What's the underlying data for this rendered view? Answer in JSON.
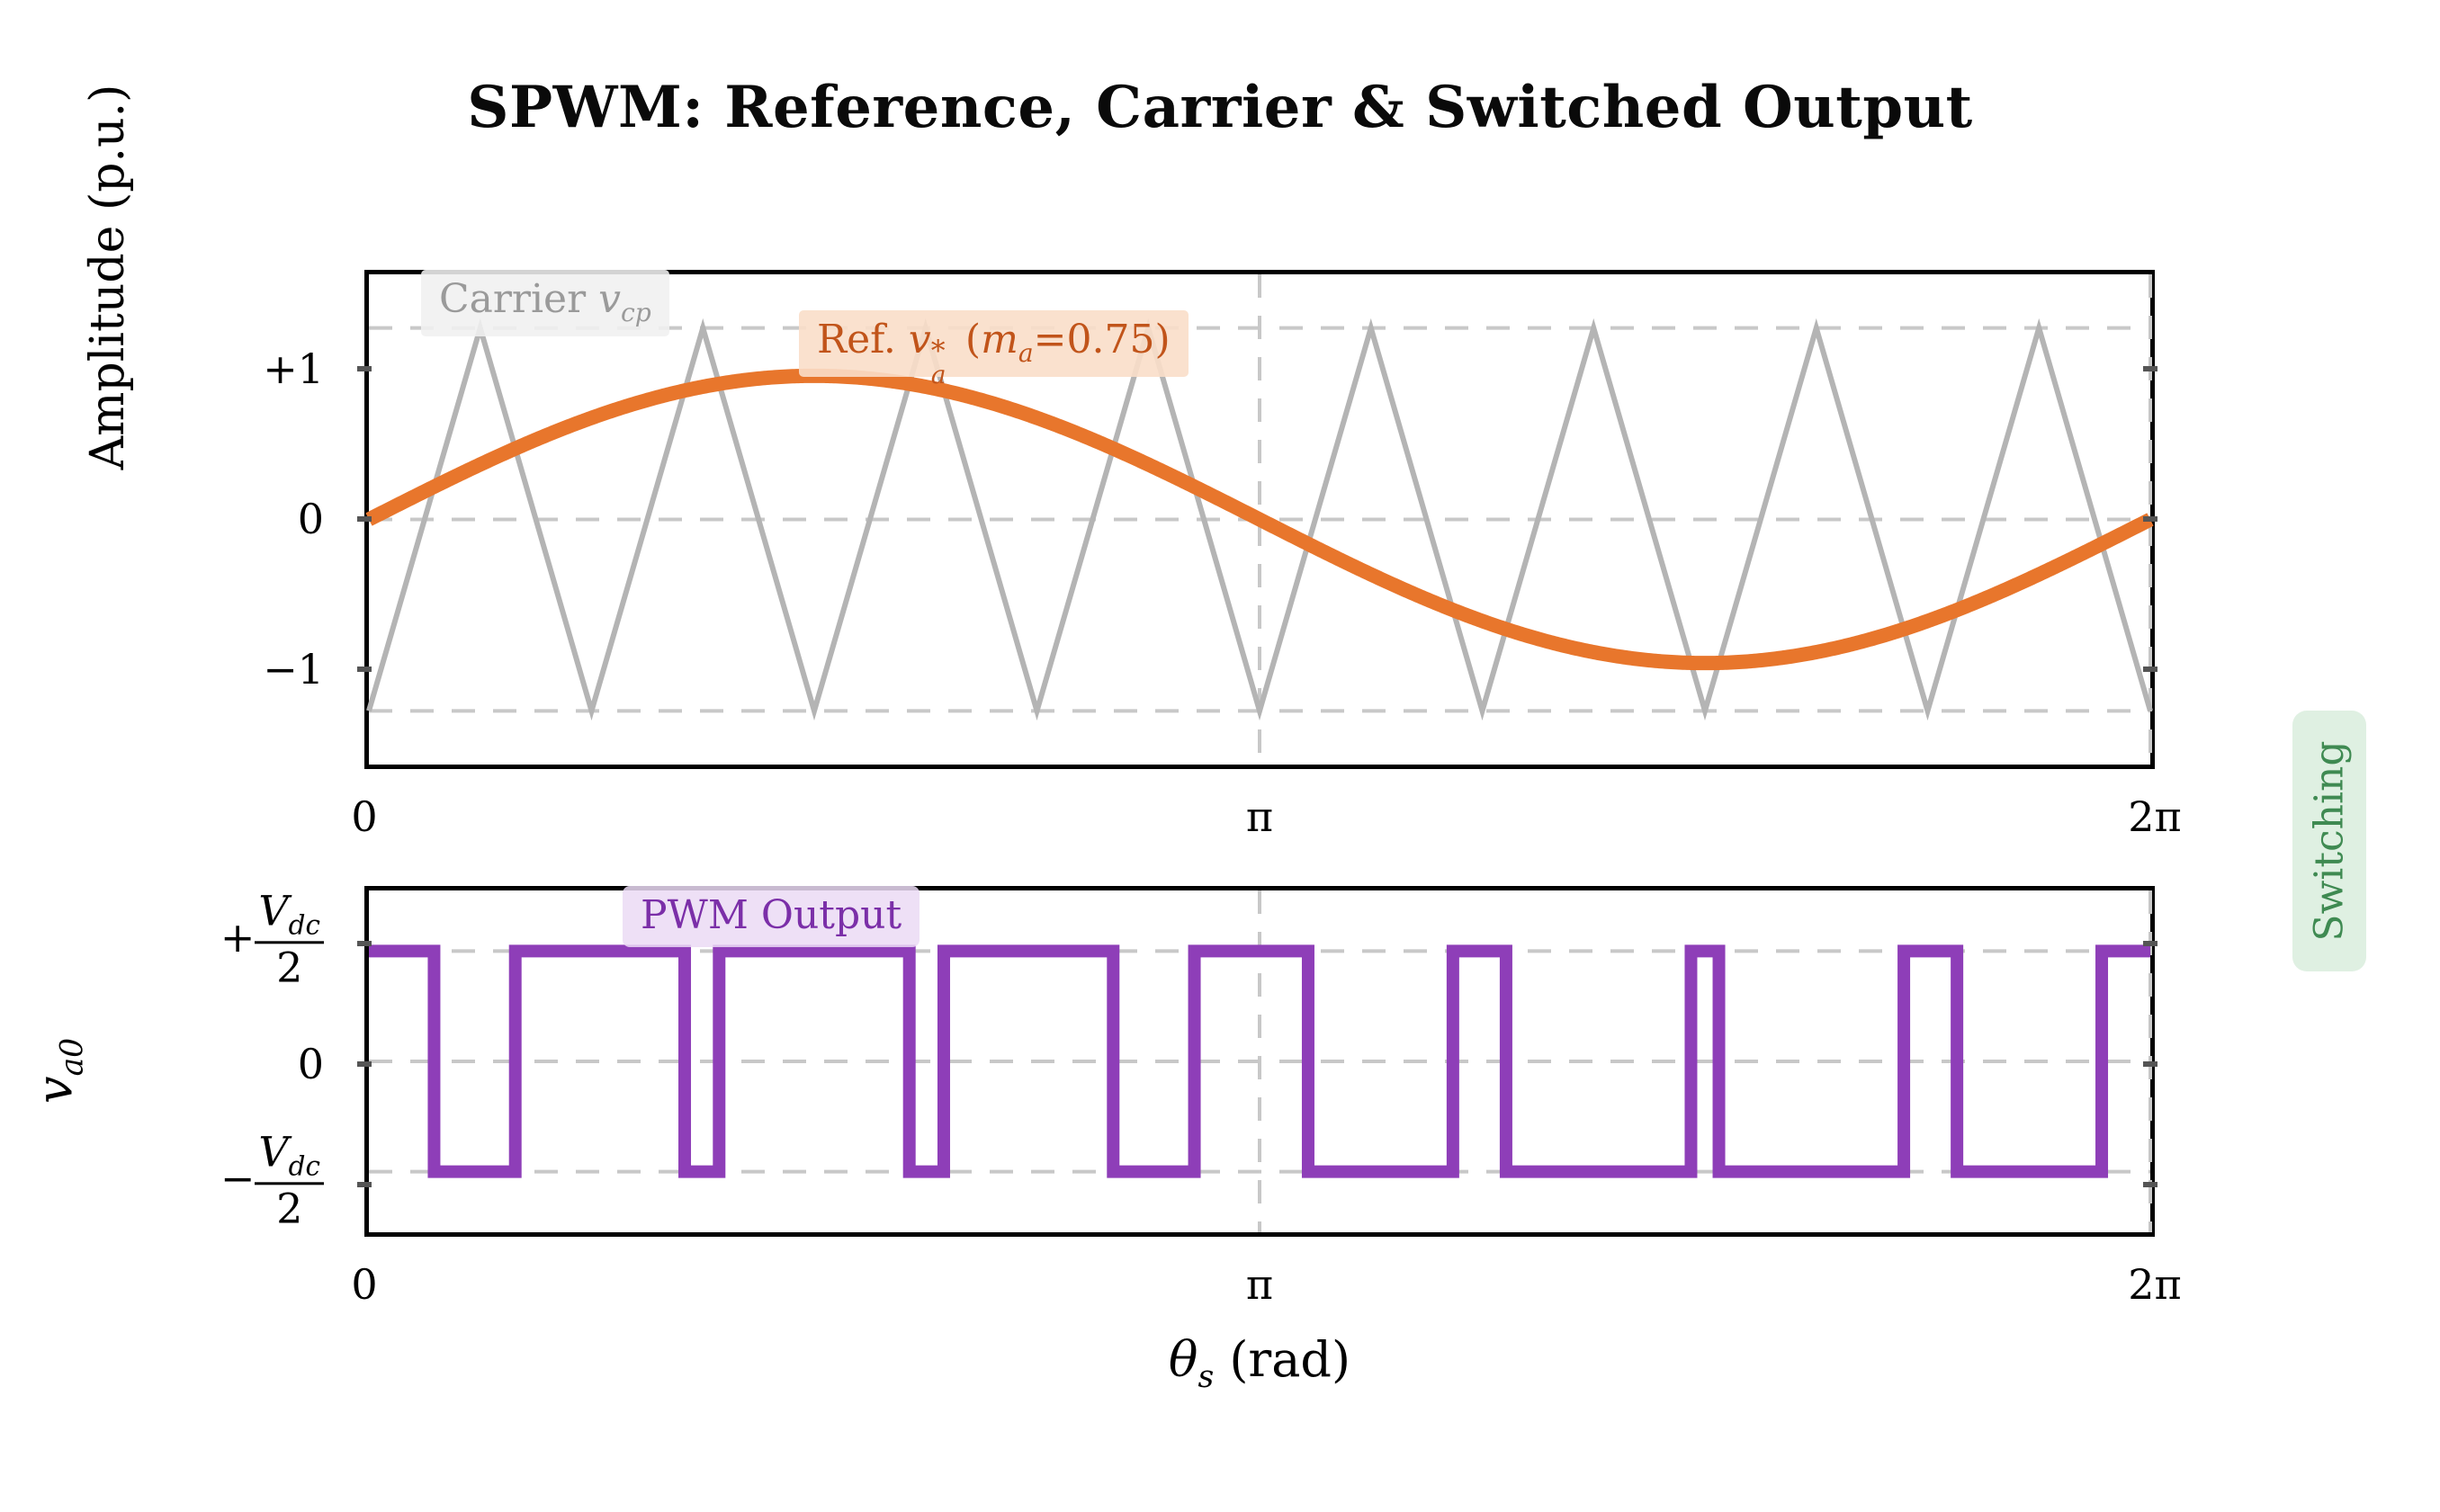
{
  "title": "SPWM: Reference, Carrier & Switched Output",
  "colors": {
    "carrier": "#b4b4b4",
    "reference": "#e8762c",
    "pwm": "#8e3eb8",
    "grid": "#c8c8c8",
    "spine": "#000000",
    "side_tag_text": "#3f8a52",
    "side_tag_bg": "#dff0e2"
  },
  "annotations": {
    "carrier_label": "Carrier",
    "carrier_symbol_v": "v",
    "carrier_symbol_sub": "cp",
    "ref_label": "Ref.",
    "ref_symbol_v": "v",
    "ref_symbol_sup": "*",
    "ref_symbol_sub": "a",
    "ref_paren_open": "(",
    "ref_m": "m",
    "ref_m_sub": "a",
    "ref_equals": "=",
    "ref_value": "0.75",
    "ref_paren_close": ")",
    "pwm_label": "PWM Output",
    "side_tag": "Switching"
  },
  "top_plot": {
    "ylabel": "Amplitude (p.u.)",
    "yticks": [
      "+1",
      "0",
      "−1"
    ],
    "xticks": [
      "0",
      "π",
      "2π"
    ]
  },
  "bottom_plot": {
    "ylabel_v": "v",
    "ylabel_sub": "a0",
    "ytick_plus_sign": "+",
    "ytick_minus_sign": "−",
    "ytick_num": "V",
    "ytick_num_sub": "dc",
    "ytick_den": "2",
    "ytick_zero": "0",
    "xticks": [
      "0",
      "π",
      "2π"
    ],
    "xlabel_theta": "θ",
    "xlabel_theta_sub": "s",
    "xlabel_unit": "(rad)"
  },
  "chart_data": [
    {
      "type": "line",
      "title": "SPWM: Reference, Carrier & Switched Output",
      "subplot": "top",
      "xlabel": "",
      "ylabel": "Amplitude (p.u.)",
      "xlim": [
        0,
        6.2831853
      ],
      "ylim": [
        -1.28,
        1.28
      ],
      "xticks": [
        0,
        3.1415927,
        6.2831853
      ],
      "xticklabels": [
        "0",
        "π",
        "2π"
      ],
      "yticks": [
        1,
        0,
        -1
      ],
      "yticklabels": [
        "+1",
        "0",
        "−1"
      ],
      "grid": "dashed-horizontal-and-vertical",
      "legend_position": "in-plot-annotations",
      "series": [
        {
          "name": "Carrier v_cp",
          "kind": "triangle-wave",
          "color": "#b4b4b4",
          "amplitude": 1.0,
          "periods_over_2pi": 8,
          "phase": "starts at -1 at theta=0, rises to +1 at quarter period",
          "peaks_theta": [
            0.3927,
            1.1781,
            1.9635,
            2.7489,
            3.5343,
            4.3197,
            5.1051,
            5.8905
          ],
          "valleys_theta": [
            0,
            0.7854,
            1.5708,
            2.3562,
            3.1416,
            3.927,
            4.7124,
            5.4978,
            6.2832
          ]
        },
        {
          "name": "Ref. v_a* (m_a = 0.75)",
          "kind": "sine",
          "color": "#e8762c",
          "amplitude": 0.75,
          "modulation_index": 0.75,
          "cycles_over_2pi": 1,
          "phase_rad": 0,
          "peak_theta": 1.5708,
          "peak_value": 0.75,
          "trough_theta": 4.7124,
          "trough_value": -0.75
        }
      ]
    },
    {
      "type": "line",
      "subplot": "bottom",
      "xlabel": "θ_s (rad)",
      "ylabel": "v_a0",
      "xlim": [
        0,
        6.2831853
      ],
      "ylim": [
        -1.55,
        1.55
      ],
      "xticks": [
        0,
        3.1415927,
        6.2831853
      ],
      "xticklabels": [
        "0",
        "π",
        "2π"
      ],
      "yticks": [
        1,
        0,
        -1
      ],
      "yticklabels": [
        "+V_dc/2",
        "0",
        "−V_dc/2"
      ],
      "grid": "dashed-horizontal-and-vertical",
      "series": [
        {
          "name": "PWM Output",
          "kind": "square-pwm",
          "color": "#8e3eb8",
          "high_level": 1,
          "low_level": -1,
          "initial_state": "high",
          "comment": "v_a0 = +Vdc/2 when reference > carrier, else -Vdc/2; 8 carrier periods over 2pi",
          "transitions_theta": [
            0.2063,
            0.5644,
            0.9225,
            1.4191,
            1.7225,
            2.1624,
            2.4476,
            2.9091,
            3.1416,
            3.3741,
            3.8356,
            4.1208,
            4.5607,
            4.8641,
            5.3607,
            5.7188,
            6.0769
          ]
        }
      ]
    }
  ]
}
